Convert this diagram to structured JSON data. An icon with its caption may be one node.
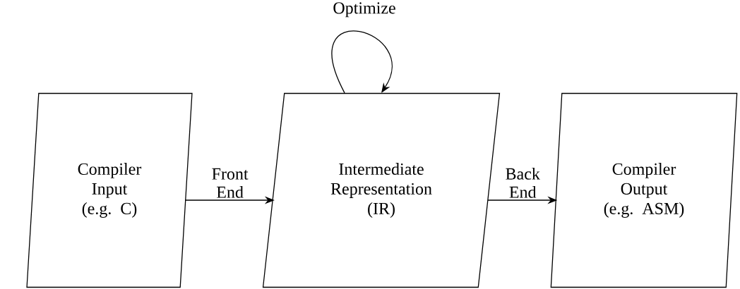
{
  "diagram": {
    "nodes": [
      {
        "text": [
          "Compiler Input (e.g. C)"
        ]
      },
      {
        "text": [
          "Intermediate Representation (IR)"
        ]
      },
      {
        "text": [
          "Compiler Output (e.g. ASM)"
        ]
      }
    ],
    "edges": [
      {
        "from": 0,
        "to": 1,
        "arrow": "to",
        "label": "Front End"
      },
      {
        "from": 1,
        "to": 2,
        "arrow": "to",
        "label": "Back End"
      },
      {
        "from": 1,
        "to": 1,
        "arrow": "to",
        "label": "Optimize"
      }
    ]
  }
}
